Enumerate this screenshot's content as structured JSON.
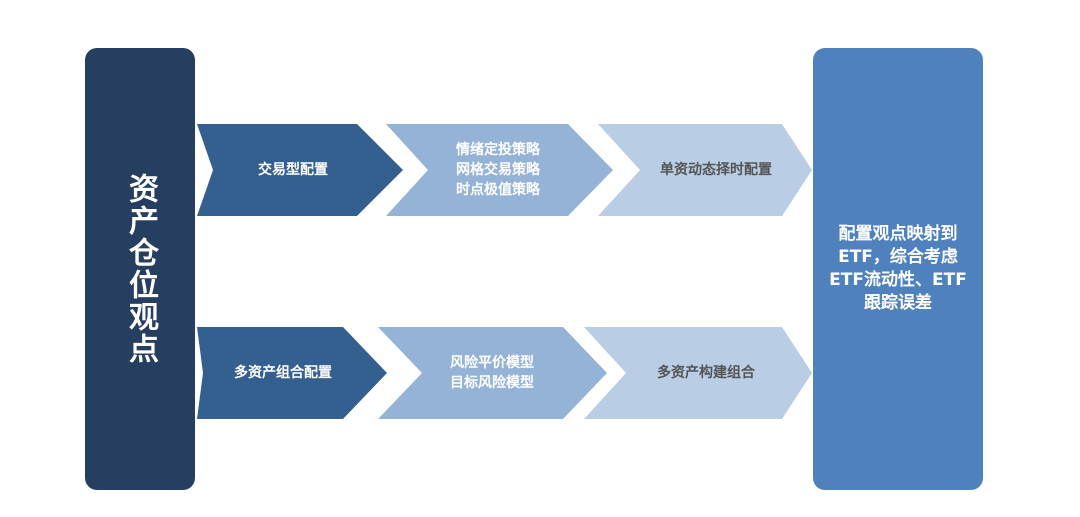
{
  "left_box": {
    "label": "资产仓位观点"
  },
  "right_box": {
    "label": "配置观点映射到ETF，综合考虑ETF流动性、ETF跟踪误差"
  },
  "rows": [
    {
      "steps": [
        "交易型配置",
        "情绪定投策略\n网格交易策略\n时点极值策略",
        "单资动态择时配置"
      ]
    },
    {
      "steps": [
        "多资产组合配置",
        "风险平价模型\n目标风险模型",
        "多资产构建组合"
      ]
    }
  ],
  "colors": {
    "dark": "#263f60",
    "step1": "#34608f",
    "step2": "#95b3d7",
    "step3": "#b9cde5",
    "right": "#4f81bd"
  }
}
